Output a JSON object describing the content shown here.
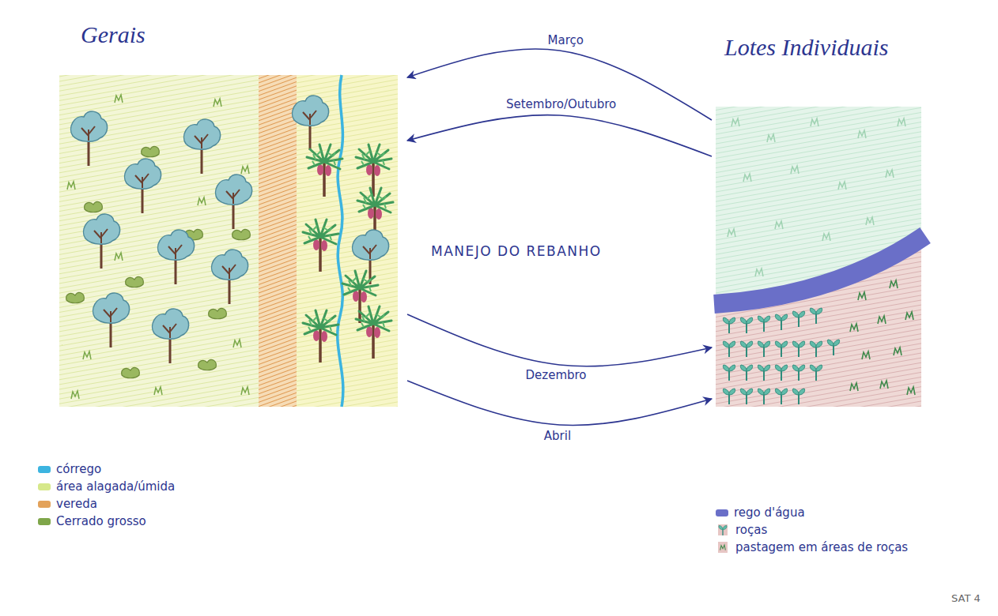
{
  "diagram": {
    "nodes": [
      {
        "text": [
          "Gerais"
        ]
      },
      {
        "text": [
          "Lotes Individuais"
        ]
      }
    ],
    "edges": [
      {
        "from": 1,
        "to": 0,
        "arrow": "to",
        "label": "Março"
      },
      {
        "from": 1,
        "to": 0,
        "arrow": "to",
        "label": "Setembro/Outubro"
      },
      {
        "from": 0,
        "to": 1,
        "arrow": "to",
        "label": "Dezembro"
      },
      {
        "from": 0,
        "to": 1,
        "arrow": "to",
        "label": "Abril"
      }
    ],
    "labels": [
      "MANEJO DO REBANHO",
      "SAT 4"
    ],
    "legend": [
      {
        "text": "córrego",
        "color": "#3cb4e0"
      },
      {
        "text": "área alagada/úmida",
        "color": "#d6e88a"
      },
      {
        "text": "vereda",
        "color": "#e3a25a"
      },
      {
        "text": "Cerrado grosso",
        "color": "#7fa64a"
      },
      {
        "text": "rego d'água",
        "color": "#6a6fc8"
      },
      {
        "text": "roças"
      },
      {
        "text": "pastagem em áreas de roças"
      }
    ]
  }
}
